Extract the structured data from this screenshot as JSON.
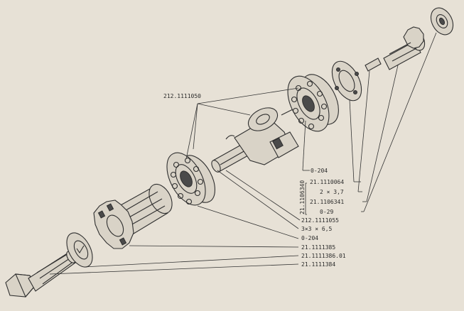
{
  "labels": {
    "bearing_assembly_top": "212.1111050",
    "bearing_right": "0-204",
    "code_1110064": "21.1110064",
    "size_2x37": "2 × 3,7",
    "code_1106341": "21.1106341",
    "seal_029": "0-29",
    "bracket_code": "21.1106340",
    "code_1111055": "212.1111055",
    "washer_3x3": "3×3 × 6,5",
    "bearing_left": "0-204",
    "code_1111385": "21.1111385",
    "code_1111386": "21.1111386.01",
    "code_1111384": "21.1111384"
  }
}
